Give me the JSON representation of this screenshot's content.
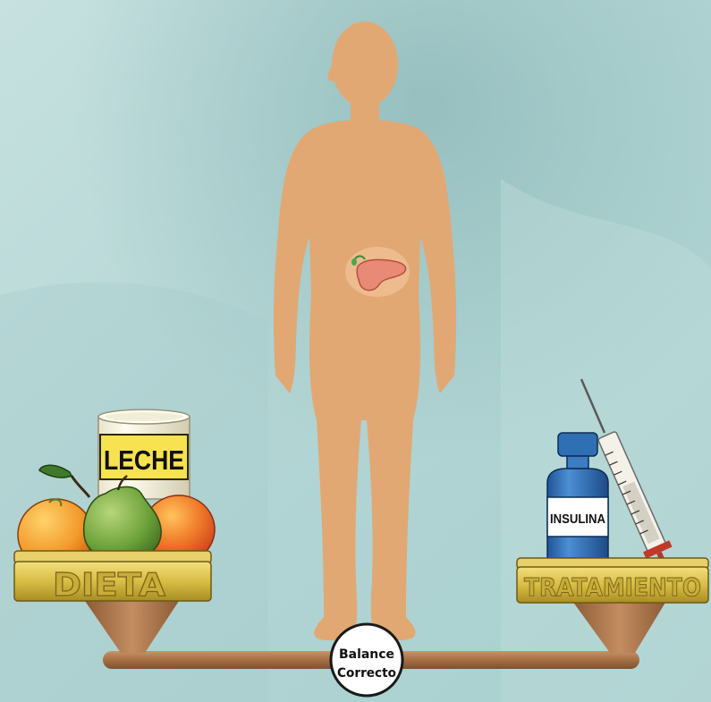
{
  "labels": {
    "milk": "LECHE",
    "insulin": "INSULINA",
    "diet": "DIETA",
    "treatment": "TRATAMIENTO",
    "balance_line1": "Balance",
    "balance_line2": "Correcto"
  },
  "colors": {
    "background": "#b7d8d6",
    "silhouette": "#e1a873",
    "gold": "#d9c24b",
    "bar": "#b07a4e",
    "bottle": "#2f6fb3"
  },
  "icons": [
    "human-silhouette-icon",
    "pancreas-icon",
    "milk-carton-icon",
    "fruits-icon",
    "insulin-bottle-icon",
    "syringe-icon",
    "balance-scale-icon"
  ]
}
